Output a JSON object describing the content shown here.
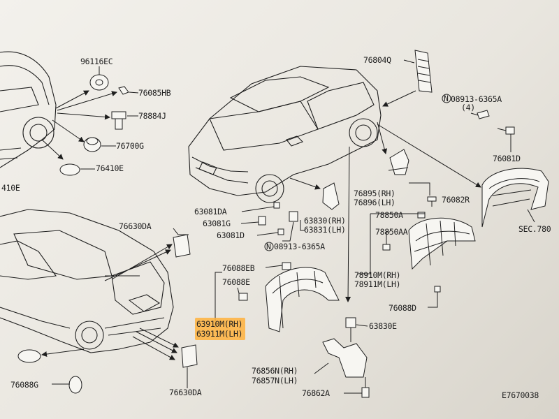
{
  "labels": {
    "p96116EC": "96116EC",
    "p76085HB": "76085HB",
    "p78884J": "78884J",
    "p76700G": "76700G",
    "p76410E_top": "76410E",
    "p76410E_left": "410E",
    "p76804Q": "76804Q",
    "n08913_top": "08913-6365A",
    "n_qty4": "(4)",
    "p76081D": "76081D",
    "p76630DA_top": "76630DA",
    "p63081DA": "63081DA",
    "p63081G": "63081G",
    "p63081D": "63081D",
    "p63830": "63830(RH)",
    "p63831": "63831(LH)",
    "n08913_mid": "08913-6365A",
    "p76895": "76895(RH)",
    "p76896": "76896(LH)",
    "p76082R": "76082R",
    "p78850A": "78850A",
    "p78850AA": "78850AA",
    "sec780": "SEC.780",
    "p76088EB": "76088EB",
    "p76088E": "76088E",
    "p63910M": "63910M(RH)",
    "p63911M": "63911M(LH)",
    "p78910M": "78910M(RH)",
    "p78911M": "78911M(LH)",
    "p76088D": "76088D",
    "p63830E": "63830E",
    "p76856N": "76856N(RH)",
    "p76857N": "76857N(LH)",
    "p76862A": "76862A",
    "p76630DA_bot": "76630DA",
    "p76088G": "76088G",
    "diagram_code": "E7670038",
    "n_mark": "N"
  },
  "colors": {
    "ink": "#1e1e1e",
    "highlight": "#ffb23d",
    "paper": "#f3f1ec"
  }
}
